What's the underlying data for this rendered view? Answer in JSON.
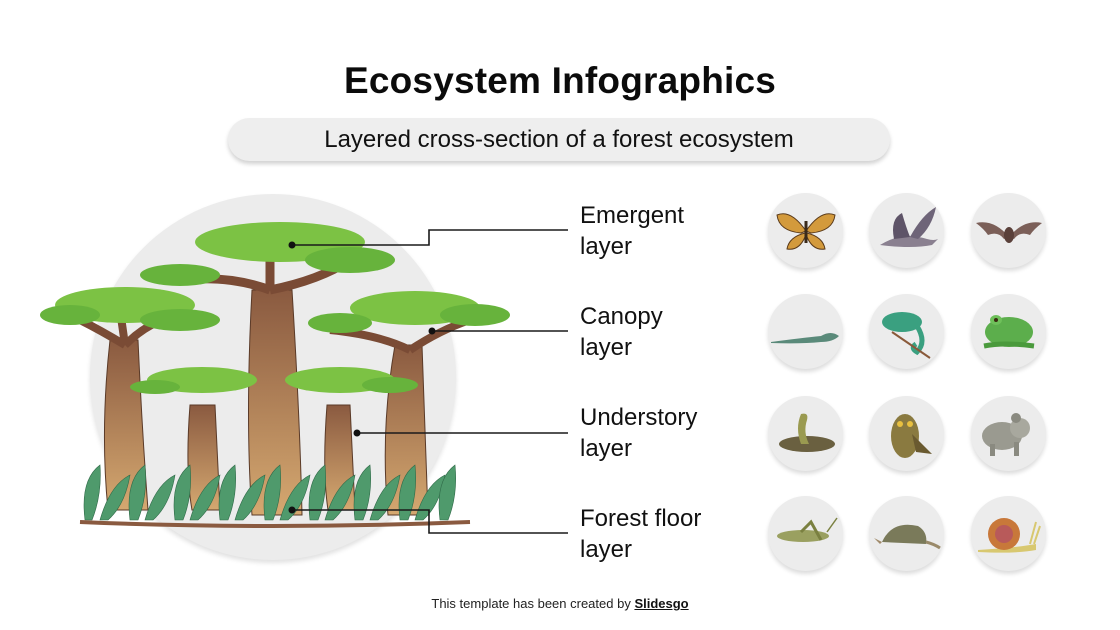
{
  "title": "Ecosystem Infographics",
  "subtitle": "Layered cross-section of a forest ecosystem",
  "layers": [
    {
      "line1": "Emergent",
      "line2": "layer",
      "animals": [
        "butterfly-icon",
        "eagle-icon",
        "bat-icon"
      ]
    },
    {
      "line1": "Canopy",
      "line2": "layer",
      "animals": [
        "iguana-icon",
        "chameleon-icon",
        "frog-icon"
      ]
    },
    {
      "line1": "Understory",
      "line2": "layer",
      "animals": [
        "cobra-icon",
        "owl-icon",
        "koala-icon"
      ]
    },
    {
      "line1": "Forest floor",
      "line2": "layer",
      "animals": [
        "grasshopper-icon",
        "armadillo-icon",
        "snail-icon"
      ]
    }
  ],
  "footer": {
    "text": "This template has been created by ",
    "link": "Slidesgo"
  },
  "colors": {
    "text": "#111111",
    "pill_bg": "#eeeeee",
    "circle_bg": "#ececec",
    "leaf_green": "#6dbb3c",
    "trunk_brown": "#9a6a4a",
    "plant_green": "#4f9a6c"
  }
}
